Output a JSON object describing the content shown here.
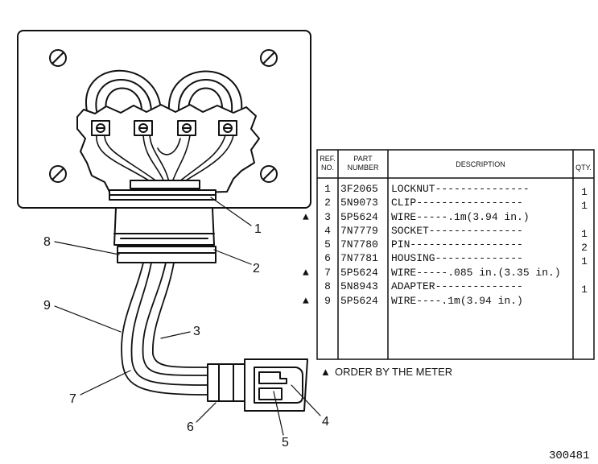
{
  "callouts": {
    "c1": "1",
    "c2": "2",
    "c3": "3",
    "c4": "4",
    "c5": "5",
    "c6": "6",
    "c7": "7",
    "c8": "8",
    "c9": "9"
  },
  "table": {
    "headers": {
      "ref_line1": "REF.",
      "ref_line2": "NO.",
      "part_line1": "PART",
      "part_line2": "NUMBER",
      "description": "DESCRIPTION",
      "qty": "QTY."
    },
    "rows": [
      {
        "mark": "",
        "ref": "1",
        "part": "3F2065",
        "desc": "LOCKNUT---------------",
        "qty": "1"
      },
      {
        "mark": "",
        "ref": "2",
        "part": "5N9073",
        "desc": "CLIP-----------------",
        "qty": "1"
      },
      {
        "mark": "▲",
        "ref": "3",
        "part": "5P5624",
        "desc": "WIRE-----.1m(3.94 in.)",
        "qty": ""
      },
      {
        "mark": "",
        "ref": "4",
        "part": "7N7779",
        "desc": "SOCKET---------------",
        "qty": "1"
      },
      {
        "mark": "",
        "ref": "5",
        "part": "7N7780",
        "desc": "PIN------------------",
        "qty": "2"
      },
      {
        "mark": "",
        "ref": "6",
        "part": "7N7781",
        "desc": "HOUSING--------------",
        "qty": "1"
      },
      {
        "mark": "▲",
        "ref": "7",
        "part": "5P5624",
        "desc": "WIRE-----.085 in.(3.35 in.)",
        "qty": ""
      },
      {
        "mark": "",
        "ref": "8",
        "part": "5N8943",
        "desc": "ADAPTER--------------",
        "qty": "1"
      },
      {
        "mark": "▲",
        "ref": "9",
        "part": "5P5624",
        "desc": "WIRE----.1m(3.94 in.)",
        "qty": ""
      }
    ],
    "note_mark": "▲",
    "note": "ORDER BY THE METER"
  },
  "doc_number": "300481"
}
